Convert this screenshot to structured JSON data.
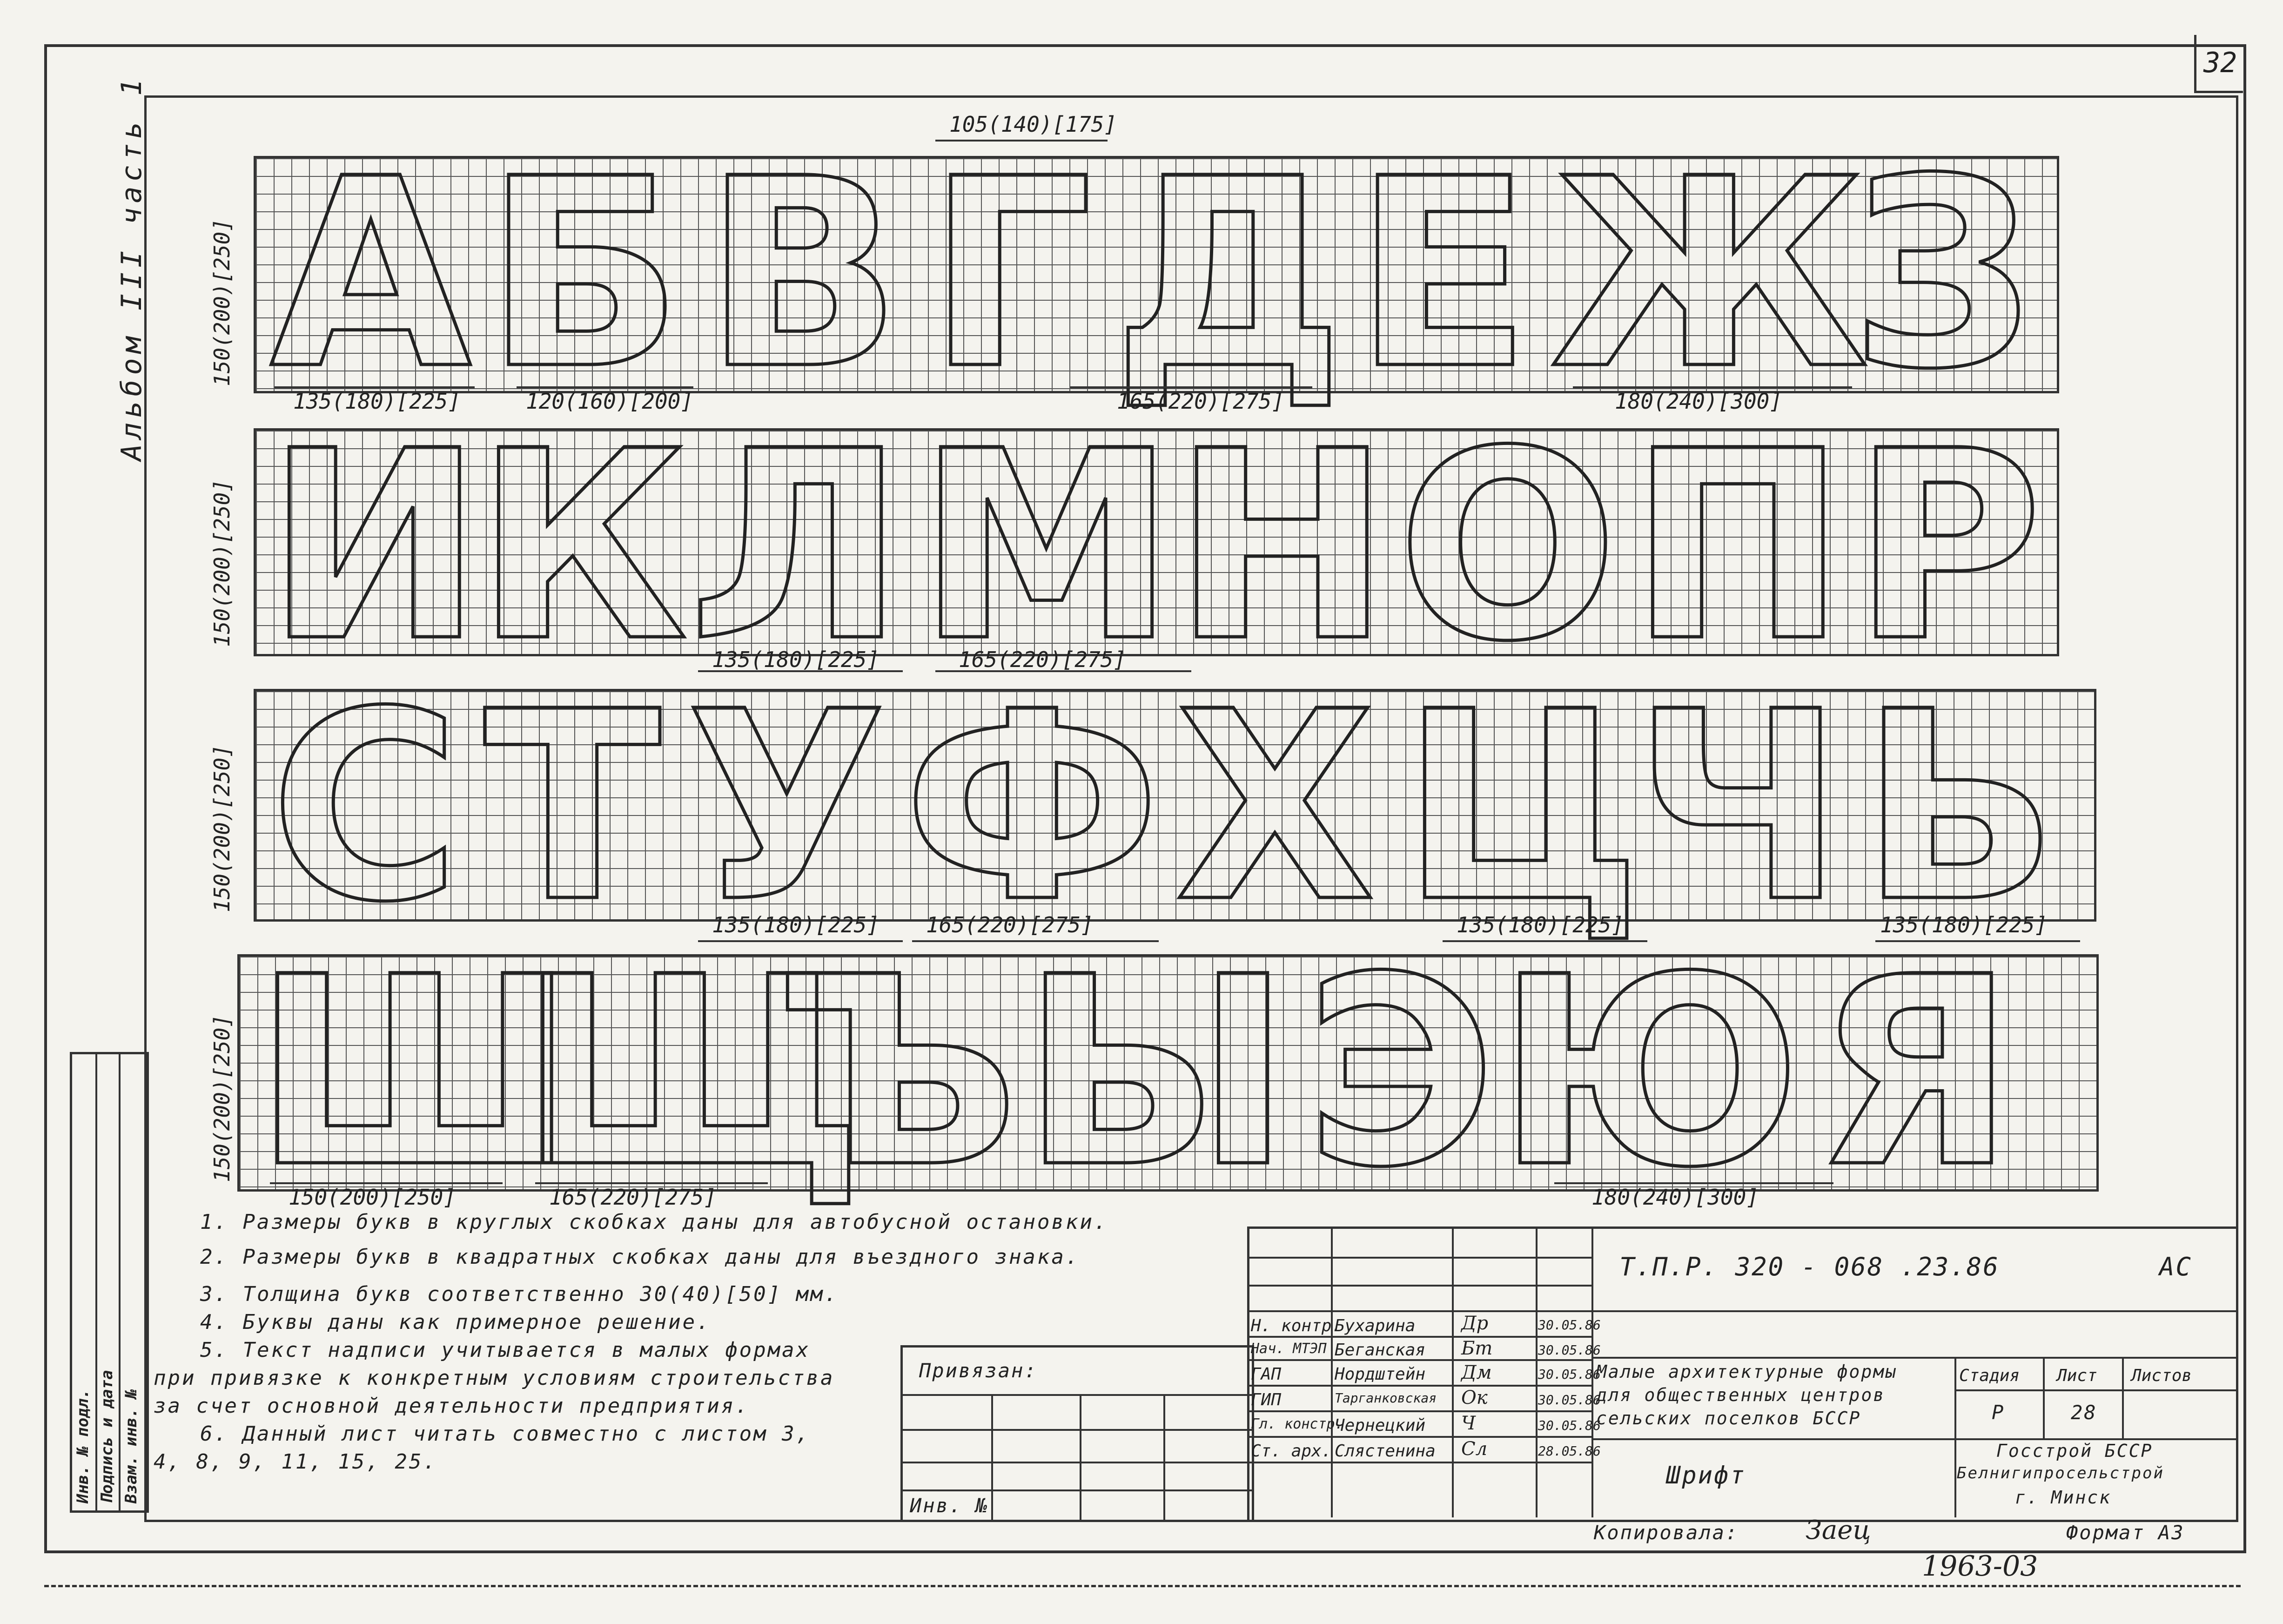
{
  "sheet_number": "32",
  "album_label": "Альбом III часть 1",
  "rows": [
    {
      "letters": [
        "А",
        "Б",
        "В",
        "Г",
        "Д",
        "Е",
        "Ж",
        "З"
      ],
      "height_dim": "150(200)[250]",
      "dims_bottom": [
        "135(180)[225]",
        "120(160)[200]",
        "165(220)[275]",
        "180(240)[300]"
      ],
      "dim_top": "105(140)[175]"
    },
    {
      "letters": [
        "И",
        "К",
        "Л",
        "М",
        "Н",
        "О",
        "П",
        "Р"
      ],
      "height_dim": "150(200)[250]",
      "dims_bottom": [
        "135(180)[225]",
        "165(220)[275]"
      ]
    },
    {
      "letters": [
        "С",
        "Т",
        "У",
        "Ф",
        "Х",
        "Ц",
        "Ч",
        "Ь"
      ],
      "height_dim": "150(200)[250]",
      "dims_bottom": [
        "135(180)[225]",
        "165(220)[275]",
        "135(180)[225]",
        "135(180)[225]"
      ]
    },
    {
      "letters": [
        "Ш",
        "Щ",
        "Ъ",
        "Ы",
        "Э",
        "Ю",
        "Я"
      ],
      "height_dim": "150(200)[250]",
      "dims_bottom": [
        "150(200)[250]",
        "165(220)[275]",
        "180(240)[300]"
      ]
    }
  ],
  "notes": [
    "1. Размеры букв в круглых скобках даны для автобусной остановки.",
    "2. Размеры букв в квадратных скобках даны для въездного знака.",
    "3. Толщина букв соответственно 30(40)[50] мм.",
    "4. Буквы даны как примерное решение.",
    "5. Текст надписи учитывается в малых формах",
    "при привязке к конкретным условиям строительства",
    "за счет основной деятельности предприятия.",
    "6. Данный лист читать совместно с листом 3,",
    "4, 8, 9, 11, 15, 25."
  ],
  "side_stamp": [
    "Инв. № подл.",
    "Подпись и дата",
    "Взам. инв. №"
  ],
  "title_block": {
    "code": "Т.П.Р. 320 - 068 .23.86",
    "mark": "АС",
    "binding_label": "Привязан:",
    "inv_label": "Инв. №",
    "roles": [
      {
        "role": "Н. контр.",
        "name": "Бухарина",
        "date": "30.05.86"
      },
      {
        "role": "Нач. МТЭП",
        "name": "Беганская",
        "date": "30.05.86"
      },
      {
        "role": "ГАП",
        "name": "Нордштейн",
        "date": "30.05.86"
      },
      {
        "role": "ГИП",
        "name": "Тарганковская",
        "date": "30.05.86"
      },
      {
        "role": "Гл. констр.",
        "name": "Чернецкий",
        "date": "30.05.86"
      },
      {
        "role": "Ст. арх.",
        "name": "Слястенина",
        "date": "28.05.86"
      }
    ],
    "project_title": [
      "Малые архитектурные формы",
      "для общественных центров",
      "сельских поселков БССР"
    ],
    "sheet_title": "Шрифт",
    "stage_header": "Стадия",
    "list_header": "Лист",
    "lists_header": "Листов",
    "stage": "Р",
    "list": "28",
    "lists": "",
    "org": [
      "Госстрой БССР",
      "Белнигипросельстрой",
      "г. Минск"
    ],
    "copied": "Копировала:",
    "format": "Формат А3",
    "stamp_no": "1963-03"
  }
}
